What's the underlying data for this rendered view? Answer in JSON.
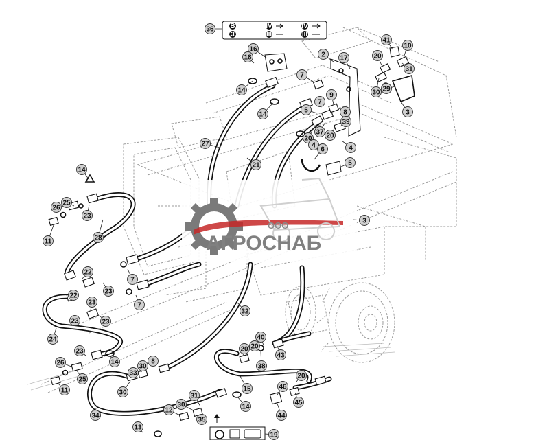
{
  "callouts": [
    {
      "n": "36"
    },
    {
      "n": "16"
    },
    {
      "n": "18"
    },
    {
      "n": "14"
    },
    {
      "n": "2"
    },
    {
      "n": "17"
    },
    {
      "n": "41"
    },
    {
      "n": "10"
    },
    {
      "n": "20"
    },
    {
      "n": "31"
    },
    {
      "n": "30"
    },
    {
      "n": "29"
    },
    {
      "n": "7"
    },
    {
      "n": "9"
    },
    {
      "n": "8"
    },
    {
      "n": "5"
    },
    {
      "n": "7"
    },
    {
      "n": "39"
    },
    {
      "n": "14"
    },
    {
      "n": "37"
    },
    {
      "n": "20"
    },
    {
      "n": "20"
    },
    {
      "n": "4"
    },
    {
      "n": "4"
    },
    {
      "n": "6"
    },
    {
      "n": "5"
    },
    {
      "n": "3"
    },
    {
      "n": "27"
    },
    {
      "n": "21"
    },
    {
      "n": "14"
    },
    {
      "n": "26"
    },
    {
      "n": "25"
    },
    {
      "n": "23"
    },
    {
      "n": "28"
    },
    {
      "n": "11"
    },
    {
      "n": "22"
    },
    {
      "n": "23"
    },
    {
      "n": "7"
    },
    {
      "n": "22"
    },
    {
      "n": "23"
    },
    {
      "n": "7"
    },
    {
      "n": "23"
    },
    {
      "n": "23"
    },
    {
      "n": "24"
    },
    {
      "n": "23"
    },
    {
      "n": "26"
    },
    {
      "n": "25"
    },
    {
      "n": "11"
    },
    {
      "n": "14"
    },
    {
      "n": "33"
    },
    {
      "n": "30"
    },
    {
      "n": "8"
    },
    {
      "n": "30"
    },
    {
      "n": "32"
    },
    {
      "n": "40"
    },
    {
      "n": "20"
    },
    {
      "n": "20"
    },
    {
      "n": "43"
    },
    {
      "n": "38"
    },
    {
      "n": "15"
    },
    {
      "n": "46"
    },
    {
      "n": "20"
    },
    {
      "n": "45"
    },
    {
      "n": "44"
    },
    {
      "n": "12"
    },
    {
      "n": "30"
    },
    {
      "n": "31"
    },
    {
      "n": "35"
    },
    {
      "n": "14"
    },
    {
      "n": "34"
    },
    {
      "n": "13"
    },
    {
      "n": "19"
    },
    {
      "n": "3"
    }
  ],
  "decal": {
    "badges": [
      "B",
      "CD",
      "IV",
      "III",
      "IV",
      "III"
    ]
  },
  "watermark": {
    "company_prefix": "ООО",
    "company_name": "АГРОСНАБ"
  }
}
